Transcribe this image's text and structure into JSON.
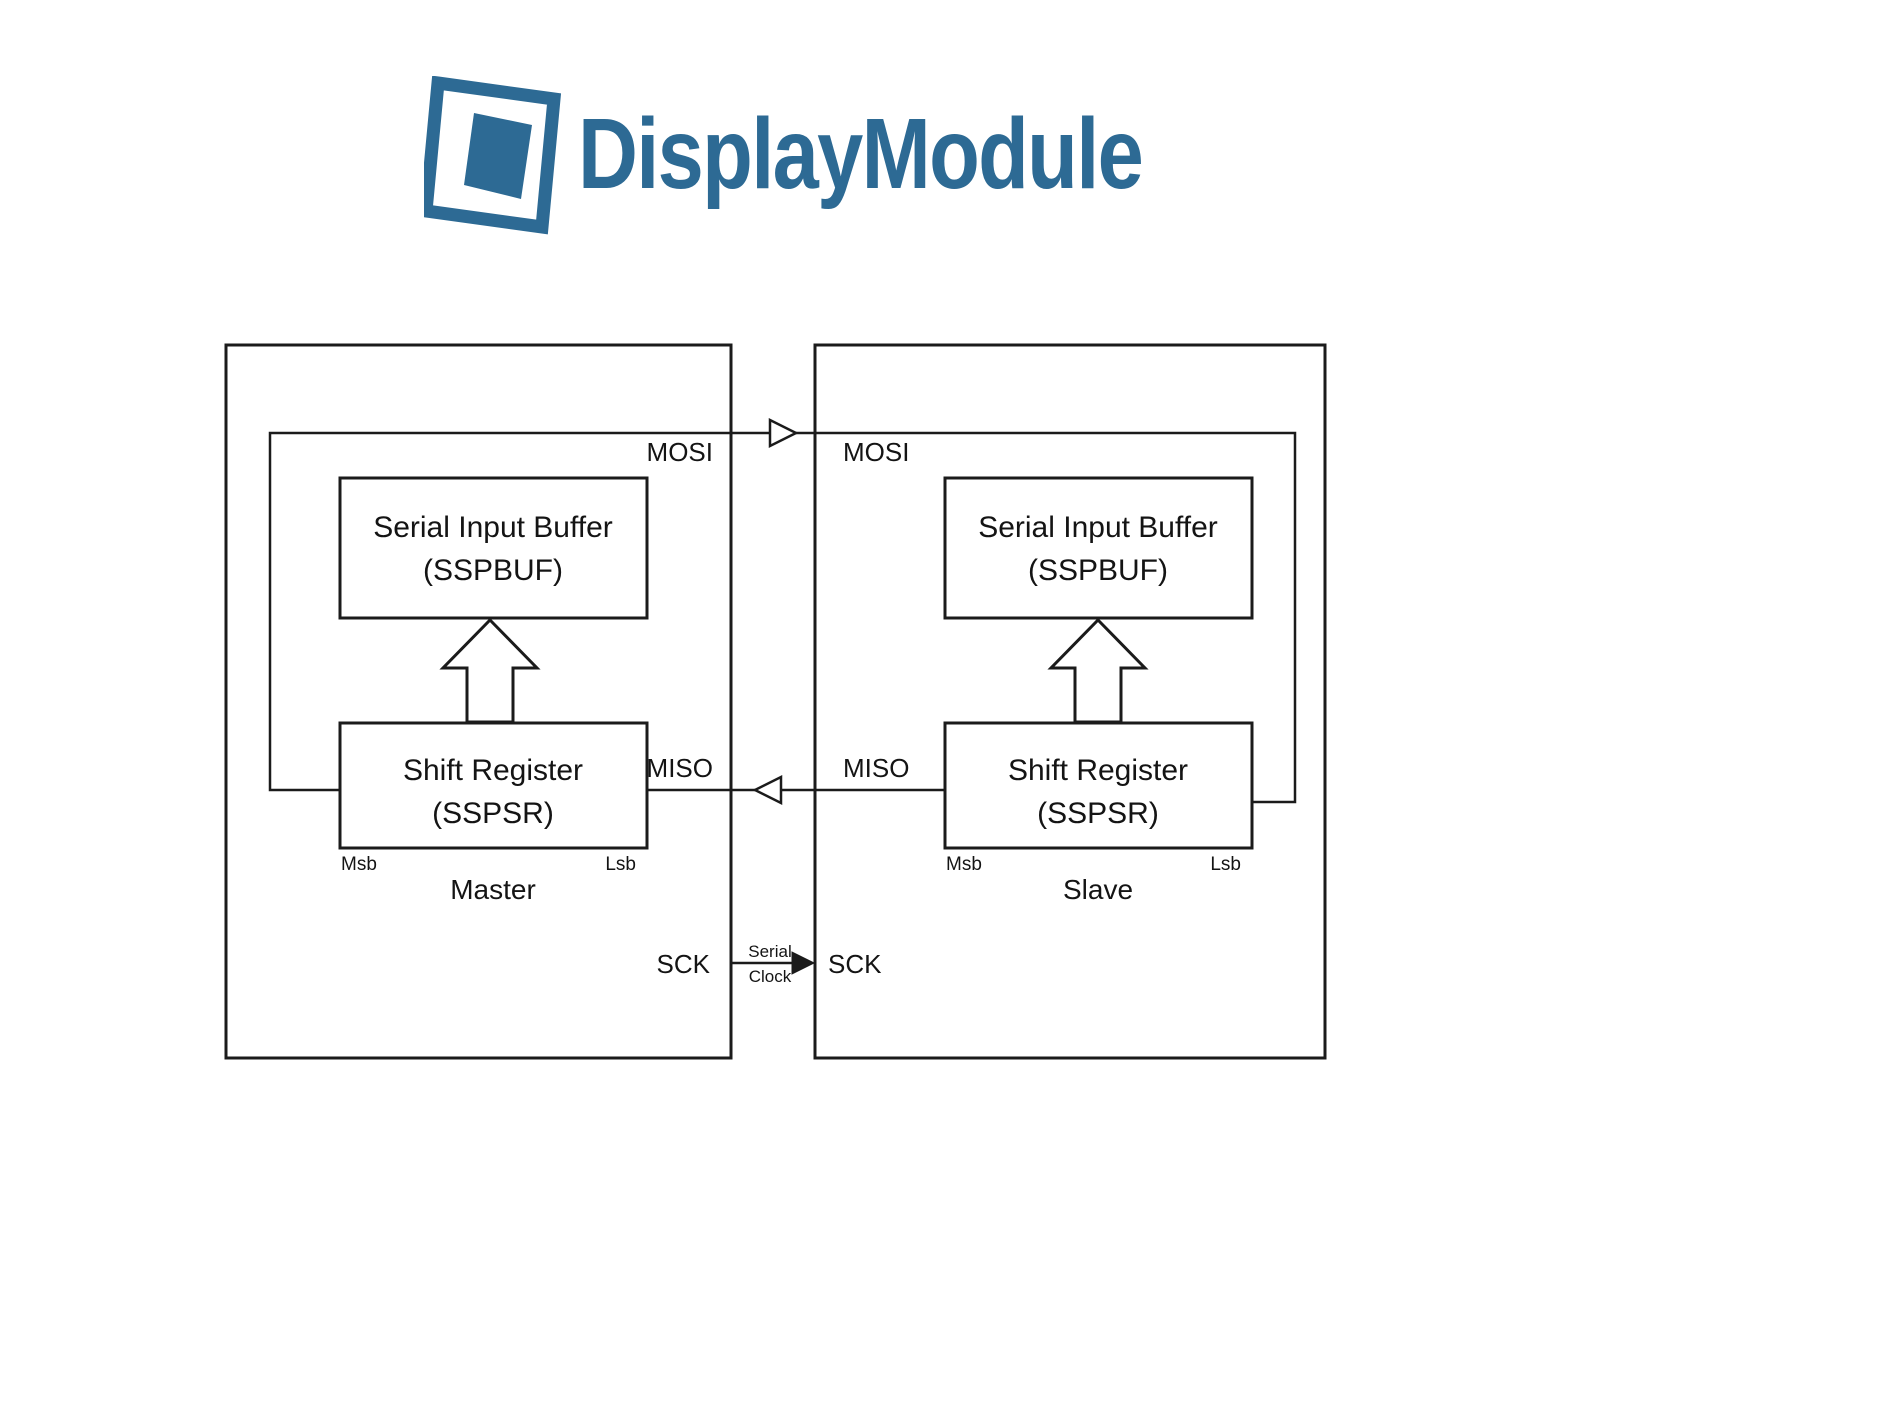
{
  "logo": {
    "brand": "DisplayModule",
    "color": "#2d6a94"
  },
  "diagram": {
    "line_color": "#1b1b1b",
    "master": {
      "title": "Master",
      "buffer": {
        "line1": "Serial Input Buffer",
        "line2": "(SSPBUF)"
      },
      "shift": {
        "line1": "Shift Register",
        "line2": "(SSPSR)"
      },
      "msb": "Msb",
      "lsb": "Lsb"
    },
    "slave": {
      "title": "Slave",
      "buffer": {
        "line1": "Serial Input Buffer",
        "line2": "(SSPBUF)"
      },
      "shift": {
        "line1": "Shift Register",
        "line2": "(SSPSR)"
      },
      "msb": "Msb",
      "lsb": "Lsb"
    },
    "signals": {
      "mosi_master": "MOSI",
      "mosi_slave": "MOSI",
      "miso_master": "MISO",
      "miso_slave": "MISO",
      "sck_master": "SCK",
      "sck_slave": "SCK",
      "serial_clock_line1": "Serial",
      "serial_clock_line2": "Clock"
    }
  }
}
